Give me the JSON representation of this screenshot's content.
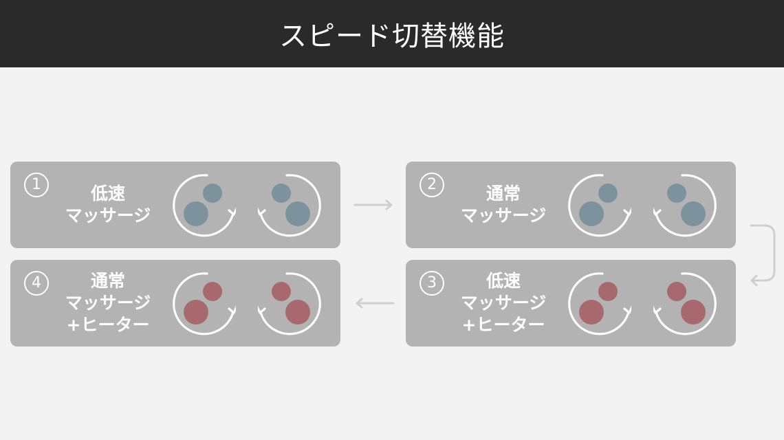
{
  "title": "スピード切替機能",
  "colors": {
    "header_bg": "#2a2a2a",
    "card_bg": "#b3b3b3",
    "ball_normal": "#7c939e",
    "ball_heater": "#a8696d",
    "connector": "#cfcfcf"
  },
  "modes": [
    {
      "number": "1",
      "lines": [
        "低速",
        "マッサージ"
      ],
      "ball_color": "normal"
    },
    {
      "number": "2",
      "lines": [
        "通常",
        "マッサージ"
      ],
      "ball_color": "normal"
    },
    {
      "number": "3",
      "lines": [
        "低速",
        "マッサージ",
        "+ヒーター"
      ],
      "ball_color": "heater"
    },
    {
      "number": "4",
      "lines": [
        "通常",
        "マッサージ",
        "+ヒーター"
      ],
      "ball_color": "heater"
    }
  ]
}
